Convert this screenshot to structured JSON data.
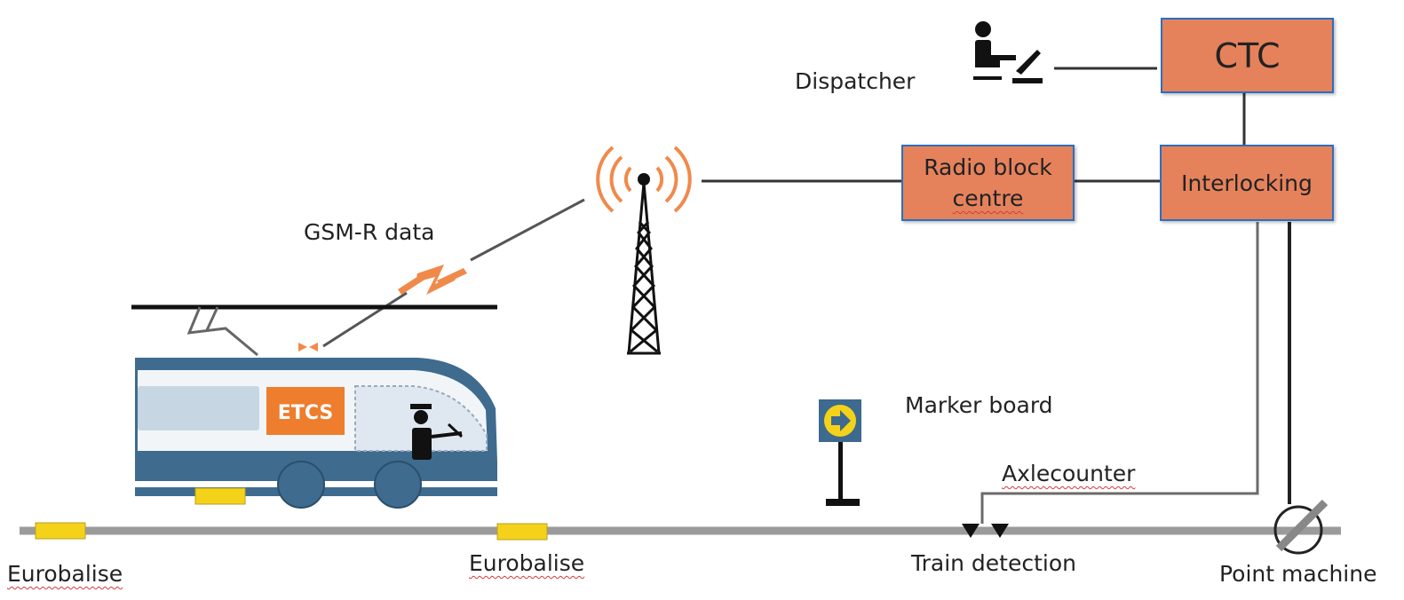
{
  "boxes": {
    "ctc": "CTC",
    "interlocking": "Interlocking",
    "rbc_line1": "Radio block",
    "rbc_line2": "centre"
  },
  "labels": {
    "dispatcher": "Dispatcher",
    "gsmr": "GSM-R data",
    "marker_board": "Marker board",
    "axlecounter": "Axlecounter",
    "eurobalise_left": "Eurobalise",
    "eurobalise_mid": "Eurobalise",
    "train_detection": "Train detection",
    "point_machine": "Point machine"
  },
  "train": {
    "cab_sign": "ETCS"
  },
  "colors": {
    "box_fill": "#e5825c",
    "box_border": "#2a6fbf",
    "antenna": "#f08a4b",
    "train_blue": "#3f6b8f",
    "etcs_orange": "#ee7d2d",
    "balise_yellow": "#f5d21a",
    "track_gray": "#9b9b9b",
    "marker_blue": "#3d6a8e"
  }
}
